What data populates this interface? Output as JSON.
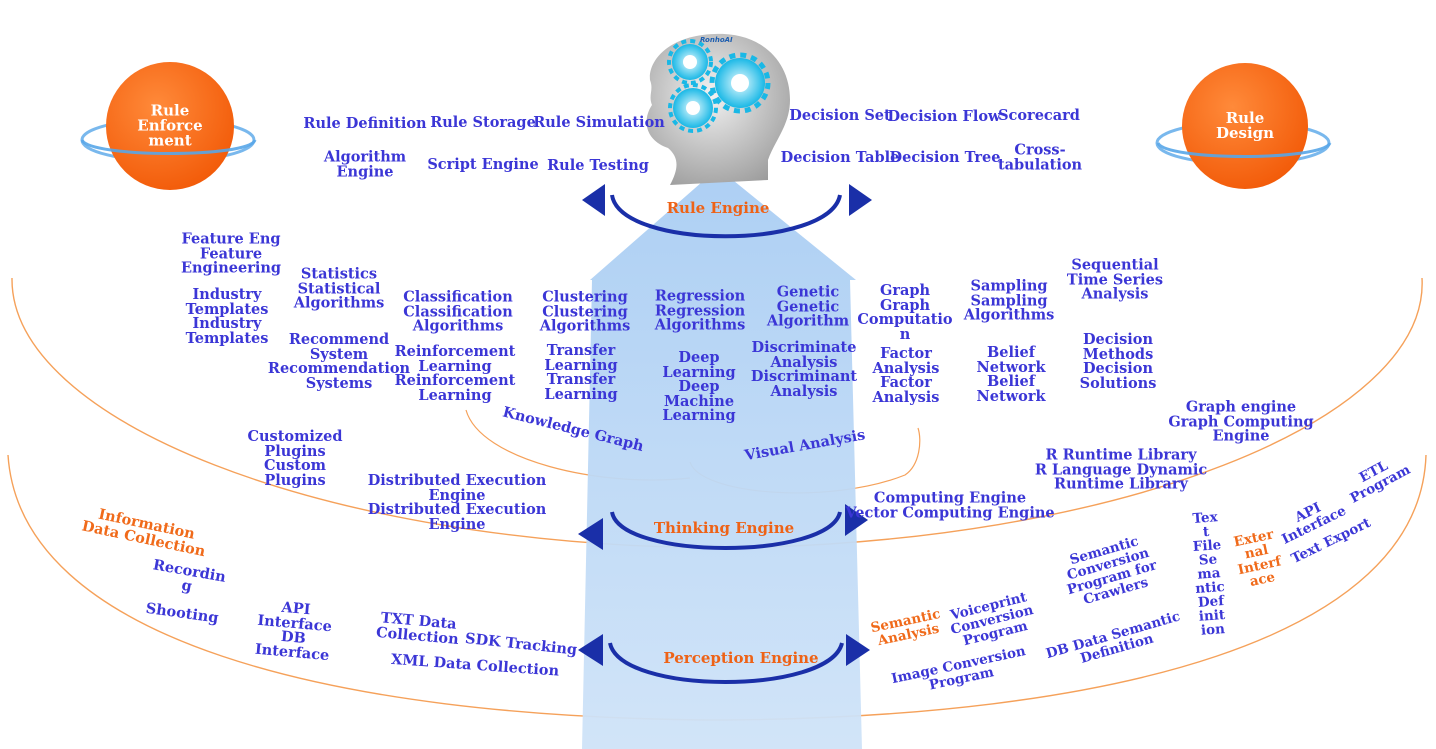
{
  "brand": "RonhoAI",
  "colors": {
    "text": "#3b36d6",
    "orange": "#f06a1a",
    "arrow": "#1a2fa8",
    "ring": "#f5a15a",
    "shaft": "#b9d7f5"
  },
  "rule_enforcement": "Rule\nEnforcement",
  "rule_enforcement_display": "Rule\nEnforce\nment",
  "rule_design": "Rule\nDesign",
  "engines": {
    "rule": "Rule Engine",
    "thinking": "Thinking Engine",
    "perception": "Perception Engine"
  },
  "rule_left": {
    "definition": "Rule Definition",
    "storage": "Rule Storage",
    "simulation": "Rule Simulation",
    "algorithm_engine": "Algorithm\nEngine",
    "script_engine": "Script Engine",
    "testing": "Rule Testing"
  },
  "rule_right": {
    "decision_set": "Decision Set",
    "decision_flow": "Decision Flow",
    "scorecard": "Scorecard",
    "decision_table": "Decision Table",
    "decision_tree": "Decision Tree",
    "crosstab": "Cross-\ntabulation"
  },
  "thinking": {
    "feature_eng": "Feature Eng\nFeature\nEngineering",
    "industry_templates": "Industry\nTemplates\nIndustry\nTemplates",
    "statistics": "Statistics\nStatistical\nAlgorithms",
    "recommend": "Recommend\nSystem\nRecommendation\nSystems",
    "classification": "Classification\nClassification\nAlgorithms",
    "reinforcement": "Reinforcement\nLearning\nReinforcement\nLearning",
    "clustering": "Clustering\nClustering\nAlgorithms",
    "transfer": "Transfer\nLearning\nTransfer\nLearning",
    "regression": "Regression\nRegression\nAlgorithms",
    "deep": "Deep\nLearning\nDeep\nMachine\nLearning",
    "genetic": "Genetic\nGenetic\nAlgorithm",
    "discriminate": "Discriminate\nAnalysis\nDiscriminant\nAnalysis",
    "graph": "Graph\nGraph\nComputatio\nn",
    "factor": "Factor\nAnalysis\nFactor\nAnalysis",
    "sampling": "Sampling\nSampling\nAlgorithms",
    "belief": "Belief\nNetwork\nBelief\nNetwork",
    "sequential": "Sequential\nTime Series\nAnalysis",
    "decision_methods": "Decision\nMethods\nDecision\nSolutions",
    "knowledge_graph": "Knowledge Graph",
    "visual_analysis": "Visual Analysis",
    "custom_plugins": "Customized\nPlugins\nCustom\nPlugins",
    "distributed": "Distributed Execution\nEngine\nDistributed Execution\nEngine",
    "graph_engine": "Graph engine\nGraph Computing\nEngine",
    "r_runtime": "R Runtime Library\nR Language Dynamic\nRuntime Library",
    "computing_engine": "Computing Engine\nVector Computing Engine"
  },
  "perception": {
    "info_collection": "Information\nData Collection",
    "recording": "Recordin\ng",
    "shooting": "Shooting",
    "api_db": "API\nInterface\nDB\nInterface",
    "txt": "TXT Data\nCollection",
    "sdk": "SDK Tracking",
    "xml": "XML Data Collection",
    "semantic_analysis": "Semantic\nAnalysis",
    "voiceprint": "Voiceprint\nConversion\nProgram",
    "image_conv": "Image Conversion\nProgram",
    "db_semantic": "DB Data Semantic\nDefinition",
    "crawler": "Semantic\nConversion\nProgram for\nCrawlers",
    "text_file": "Tex\nt\nFile\nSe\nma\nntic\nDef\ninit\nion",
    "external_interface": "Exter\nnal\nInterf\nace",
    "api_interface": "API\nInterface",
    "etl": "ETL\nProgram",
    "text_export": "Text Export"
  }
}
